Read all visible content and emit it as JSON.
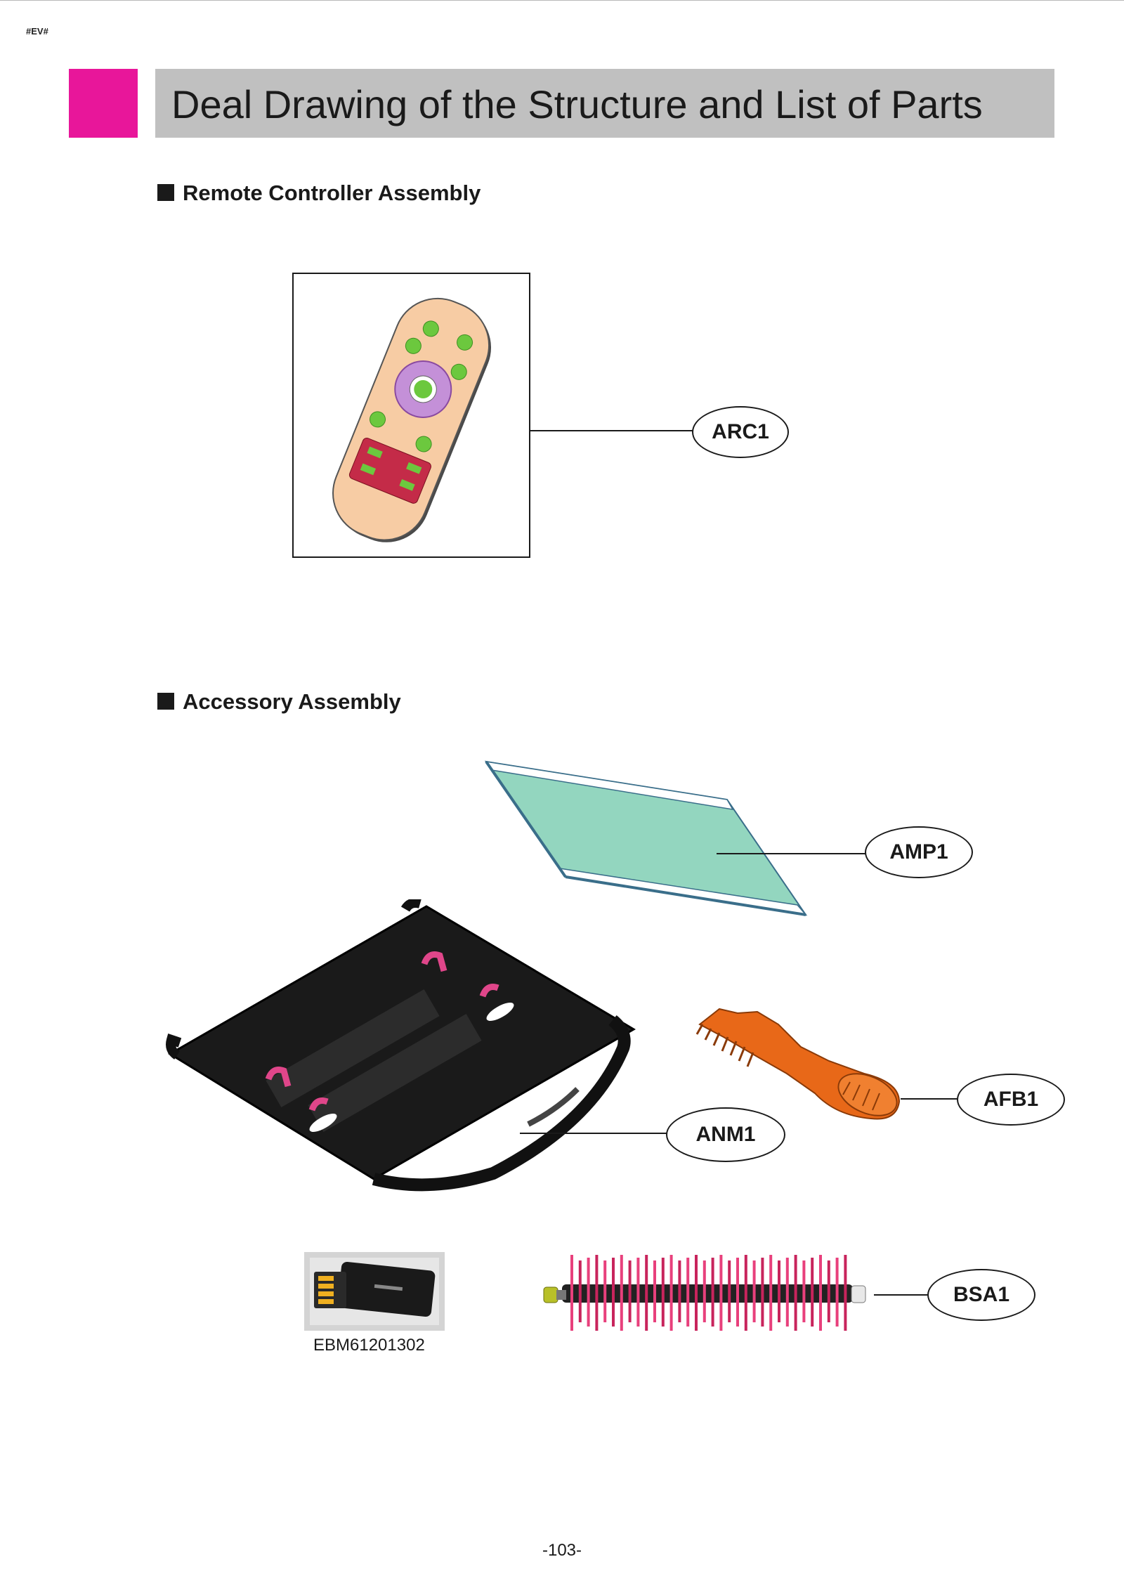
{
  "corner_mark": "#EV#",
  "header": {
    "title": "Deal Drawing of the Structure and List of Parts",
    "accent_color": "#e8169a",
    "bar_color": "#c0c0c0"
  },
  "sections": [
    {
      "title": "Remote Controller Assembly"
    },
    {
      "title": "Accessory Assembly"
    }
  ],
  "parts": {
    "remote": {
      "label": "ARC1",
      "icon": "remote-controller-icon"
    },
    "mop": {
      "label": "AMP1",
      "icon": "mop-cloth-icon"
    },
    "mop_plate": {
      "label": "ANM1",
      "icon": "mop-plate-icon"
    },
    "cleaning_tool": {
      "label": "AFB1",
      "icon": "cleaning-comb-icon"
    },
    "brush": {
      "label": "BSA1",
      "icon": "rolling-brush-icon"
    },
    "usb": {
      "caption": "EBM61201302",
      "icon": "usb-dongle-icon"
    }
  },
  "page_number": "-103-"
}
